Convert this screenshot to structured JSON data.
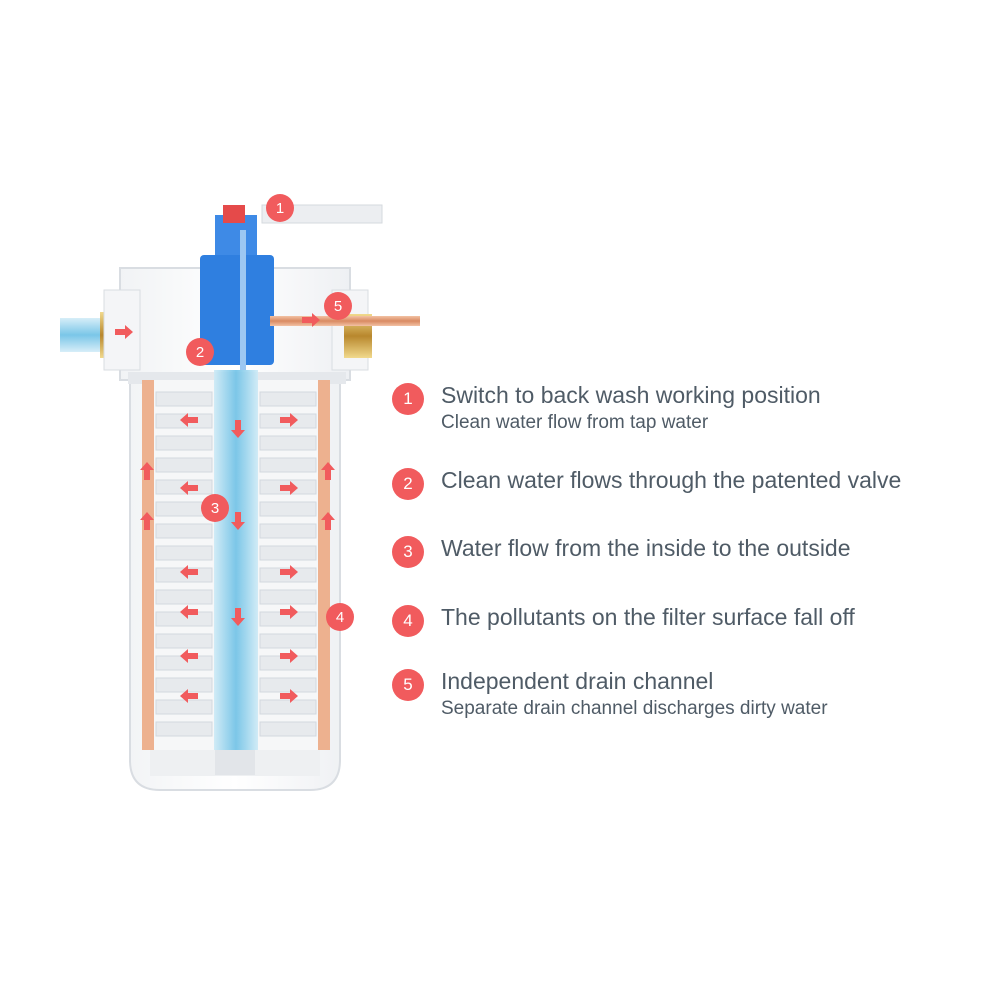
{
  "steps": [
    {
      "number": "1",
      "title": "Switch to back wash working position",
      "subtitle": "Clean water flow from tap water"
    },
    {
      "number": "2",
      "title": "Clean water flows through the patented valve",
      "subtitle": ""
    },
    {
      "number": "3",
      "title": "Water flow from the inside to the outside",
      "subtitle": ""
    },
    {
      "number": "4",
      "title": "The pollutants on the filter surface fall off",
      "subtitle": ""
    },
    {
      "number": "5",
      "title": "Independent drain channel",
      "subtitle": "Separate drain channel discharges dirty water"
    }
  ],
  "colors": {
    "badge": "#f15b5d",
    "text": "#4f5b66",
    "valve": "#2f7fe0",
    "water": "#8fd3ee",
    "sediment": "#e8a27c",
    "brass": "#c9a24a"
  },
  "icons": [
    "arrow-icon"
  ]
}
